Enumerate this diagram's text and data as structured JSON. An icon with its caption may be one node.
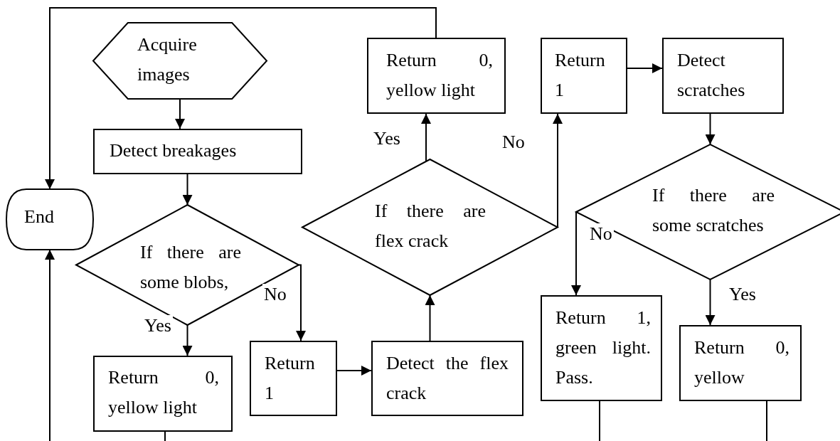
{
  "diagram": {
    "nodes": [
      {
        "text": [
          "Acquire images"
        ]
      },
      {
        "text": [
          "Detect breakages"
        ]
      },
      {
        "text": [
          "If there are some blobs,"
        ]
      },
      {
        "text": [
          "Return 0, yellow light"
        ]
      },
      {
        "text": [
          "Return 1"
        ]
      },
      {
        "text": [
          "Detect the flex crack"
        ]
      },
      {
        "text": [
          "If there are flex crack"
        ]
      },
      {
        "text": [
          "Return 0, yellow light"
        ]
      },
      {
        "text": [
          "Return 1"
        ]
      },
      {
        "text": [
          "Detect scratches"
        ]
      },
      {
        "text": [
          "If there are some scratches"
        ]
      },
      {
        "text": [
          "Return 1, green light. Pass."
        ]
      },
      {
        "text": [
          "Return 0, yellow"
        ]
      },
      {
        "text": [
          "End"
        ]
      }
    ],
    "edges": [
      {
        "from": 0,
        "to": 1,
        "arrow": "to"
      },
      {
        "from": 1,
        "to": 2,
        "arrow": "to"
      },
      {
        "from": 2,
        "to": 3,
        "arrow": "to",
        "label": "Yes"
      },
      {
        "from": 2,
        "to": 4,
        "arrow": "to",
        "label": "No"
      },
      {
        "from": 4,
        "to": 5,
        "arrow": "to"
      },
      {
        "from": 5,
        "to": 6,
        "arrow": "to"
      },
      {
        "from": 6,
        "to": 7,
        "arrow": "to",
        "label": "Yes"
      },
      {
        "from": 6,
        "to": 8,
        "arrow": "to",
        "label": "No"
      },
      {
        "from": 8,
        "to": 9,
        "arrow": "to"
      },
      {
        "from": 9,
        "to": 10,
        "arrow": "to"
      },
      {
        "from": 10,
        "to": 11,
        "arrow": "to",
        "label": "No"
      },
      {
        "from": 10,
        "to": 12,
        "arrow": "to",
        "label": "Yes"
      },
      {
        "from": 7,
        "to": 13,
        "arrow": "to"
      },
      {
        "from": 3,
        "to": null,
        "arrow": "none"
      },
      {
        "from": 11,
        "to": null,
        "arrow": "none"
      },
      {
        "from": 12,
        "to": null,
        "arrow": "none"
      },
      {
        "from": null,
        "to": 13,
        "arrow": "to"
      }
    ]
  }
}
